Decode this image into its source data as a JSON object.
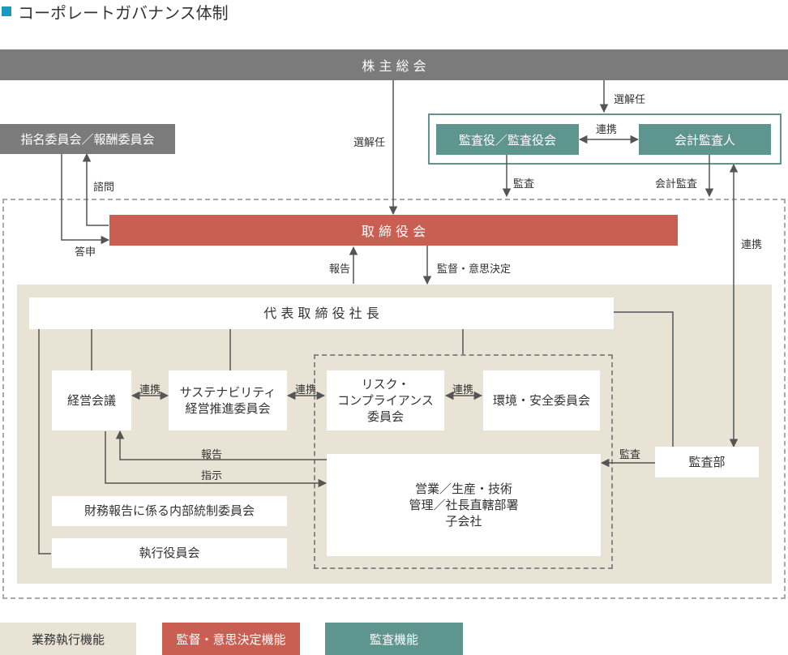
{
  "title": "コーポレートガバナンス体制",
  "nodes": {
    "shareholders_meeting": "株 主 総 会",
    "nomination_committee": "指名委員会／報酬委員会",
    "auditors": "監査役／監査役会",
    "accounting_auditor": "会計監査人",
    "board": "取 締 役 会",
    "ceo": "代 表 取 締 役 社 長",
    "management_meeting": "経営会議",
    "sustainability_committee": [
      "サステナビリティ",
      "経営推進委員会"
    ],
    "risk_compliance_committee": [
      "リスク・",
      "コンプライアンス",
      "委員会"
    ],
    "environment_safety_committee": "環境・安全委員会",
    "internal_audit": "監査部",
    "business_units": [
      "営業／生産・技術",
      "管理／社長直轄部署",
      "子会社"
    ],
    "financial_control_committee": "財務報告に係る内部統制委員会",
    "executive_officers": "執行役員会"
  },
  "edge_labels": {
    "elect_dismiss_board": "選解任",
    "elect_dismiss_auditor": "選解任",
    "cooperation_auditors": "連携",
    "inquiry": "諮問",
    "report_back": "答申",
    "audit_auditors": "監査",
    "accounting_audit": "会計監査",
    "cooperation_internal": "連携",
    "report_board": "報告",
    "supervision": "監督・意思決定",
    "cooperation_mgmt_sus": "連携",
    "cooperation_sus_risk": "連携",
    "cooperation_risk_env": "連携",
    "report_mgmt": "報告",
    "instruction": "指示",
    "audit_internal": "監査"
  },
  "legend": [
    {
      "label": "業務執行機能",
      "color": "#e9e3d6"
    },
    {
      "label": "監督・意思決定機能",
      "color": "#c85f52"
    },
    {
      "label": "監査機能",
      "color": "#5e958f"
    }
  ],
  "colors": {
    "gray": "#7b7b7b",
    "teal": "#5e958f",
    "red": "#c85f52",
    "beige": "#e9e3d6",
    "title_marker": "#1a9ac0",
    "line": "#555555"
  }
}
